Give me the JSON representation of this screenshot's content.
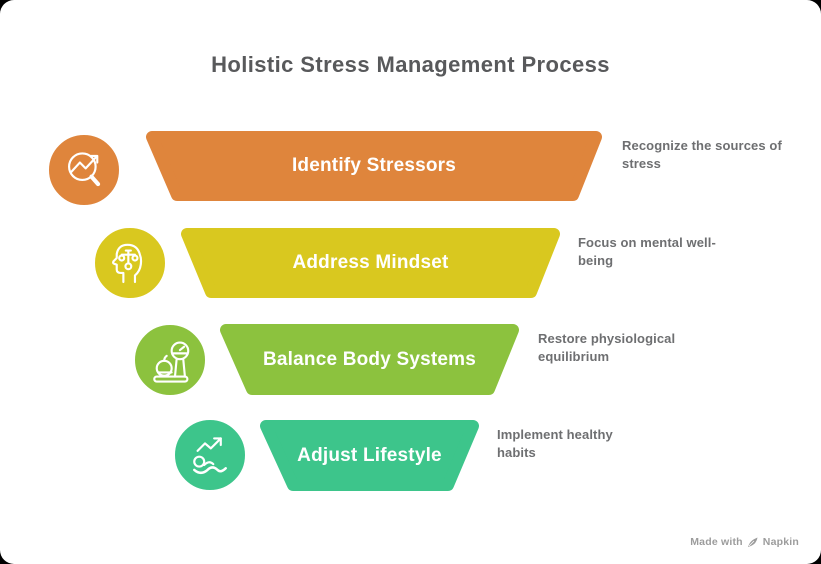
{
  "title": "Holistic Stress Management Process",
  "stages": [
    {
      "label": "Identify Stressors",
      "description": "Recognize the sources of stress",
      "color": "#DF853C",
      "icon": "magnifier-trend-icon"
    },
    {
      "label": "Address Mindset",
      "description": "Focus on mental well-being",
      "color": "#D9C81F",
      "icon": "mind-balance-icon"
    },
    {
      "label": "Balance Body Systems",
      "description": "Restore physiological equilibrium",
      "color": "#8CC23E",
      "icon": "body-scale-apple-icon"
    },
    {
      "label": "Adjust Lifestyle",
      "description": "Implement healthy habits",
      "color": "#3DC58B",
      "icon": "exercise-trend-icon"
    }
  ],
  "watermark": {
    "prefix": "Made with",
    "brand": "Napkin"
  },
  "colors": {
    "title_text": "#58595B",
    "description_text": "#6E6F71",
    "stage_label_text": "#FFFFFF",
    "watermark_text": "#9C9C9C",
    "background": "#FFFFFF"
  }
}
